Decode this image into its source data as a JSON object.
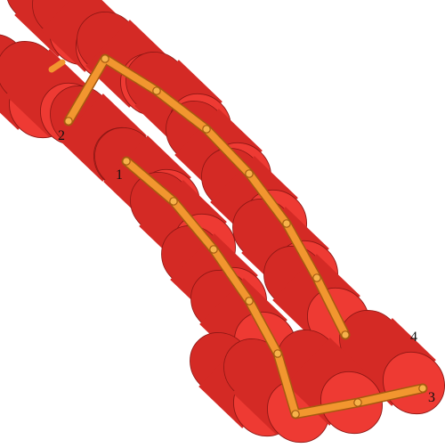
{
  "colors": {
    "cylinder_side": "#d42a25",
    "cylinder_cap": "#ee3a33",
    "cylinder_edge": "#8e1714",
    "link_fill": "#f2962f",
    "link_edge": "#a65a10",
    "pin_fill": "#f7b24a"
  },
  "labels": {
    "marker_1": "1",
    "marker_2": "2",
    "marker_3": "3",
    "marker_4": "4"
  }
}
